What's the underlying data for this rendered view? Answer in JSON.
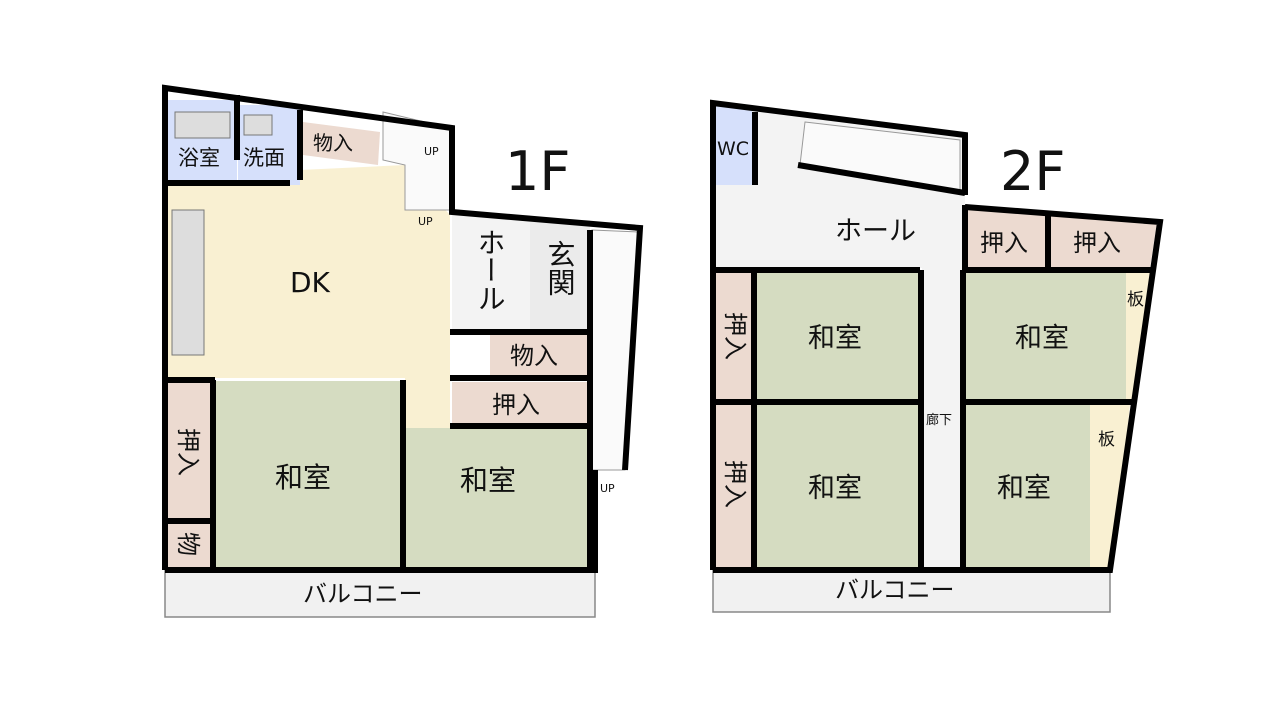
{
  "floor1": {
    "title": "1F",
    "rooms": {
      "bath": "浴室",
      "washroom": "洗面",
      "storage_top": "物入",
      "dk": "DK",
      "hall": "ホール",
      "entrance": "玄関",
      "storage_mid": "物入",
      "closet_right": "押入",
      "closet_left": "押入",
      "storage_small": "物",
      "washitsu_left": "和室",
      "washitsu_right": "和室",
      "balcony": "バルコニー"
    },
    "stair_labels": [
      "UP",
      "UP",
      "UP"
    ]
  },
  "floor2": {
    "title": "2F",
    "rooms": {
      "wc": "WC",
      "hall": "ホール",
      "closet_top_left": "押入",
      "closet_top_right": "押入",
      "closet_left_upper": "押入",
      "closet_left_lower": "押入",
      "washitsu_tl": "和室",
      "washitsu_tr": "和室",
      "washitsu_bl": "和室",
      "washitsu_br": "和室",
      "corridor": "廊下",
      "board_upper": "板",
      "board_lower": "板",
      "balcony": "バルコニー"
    }
  },
  "colors": {
    "tatami": "#d5dcc1",
    "closet": "#ecdad0",
    "flooring": "#f9f0d2",
    "wet": "#d6e0fb",
    "hall": "#f3f3f3"
  }
}
